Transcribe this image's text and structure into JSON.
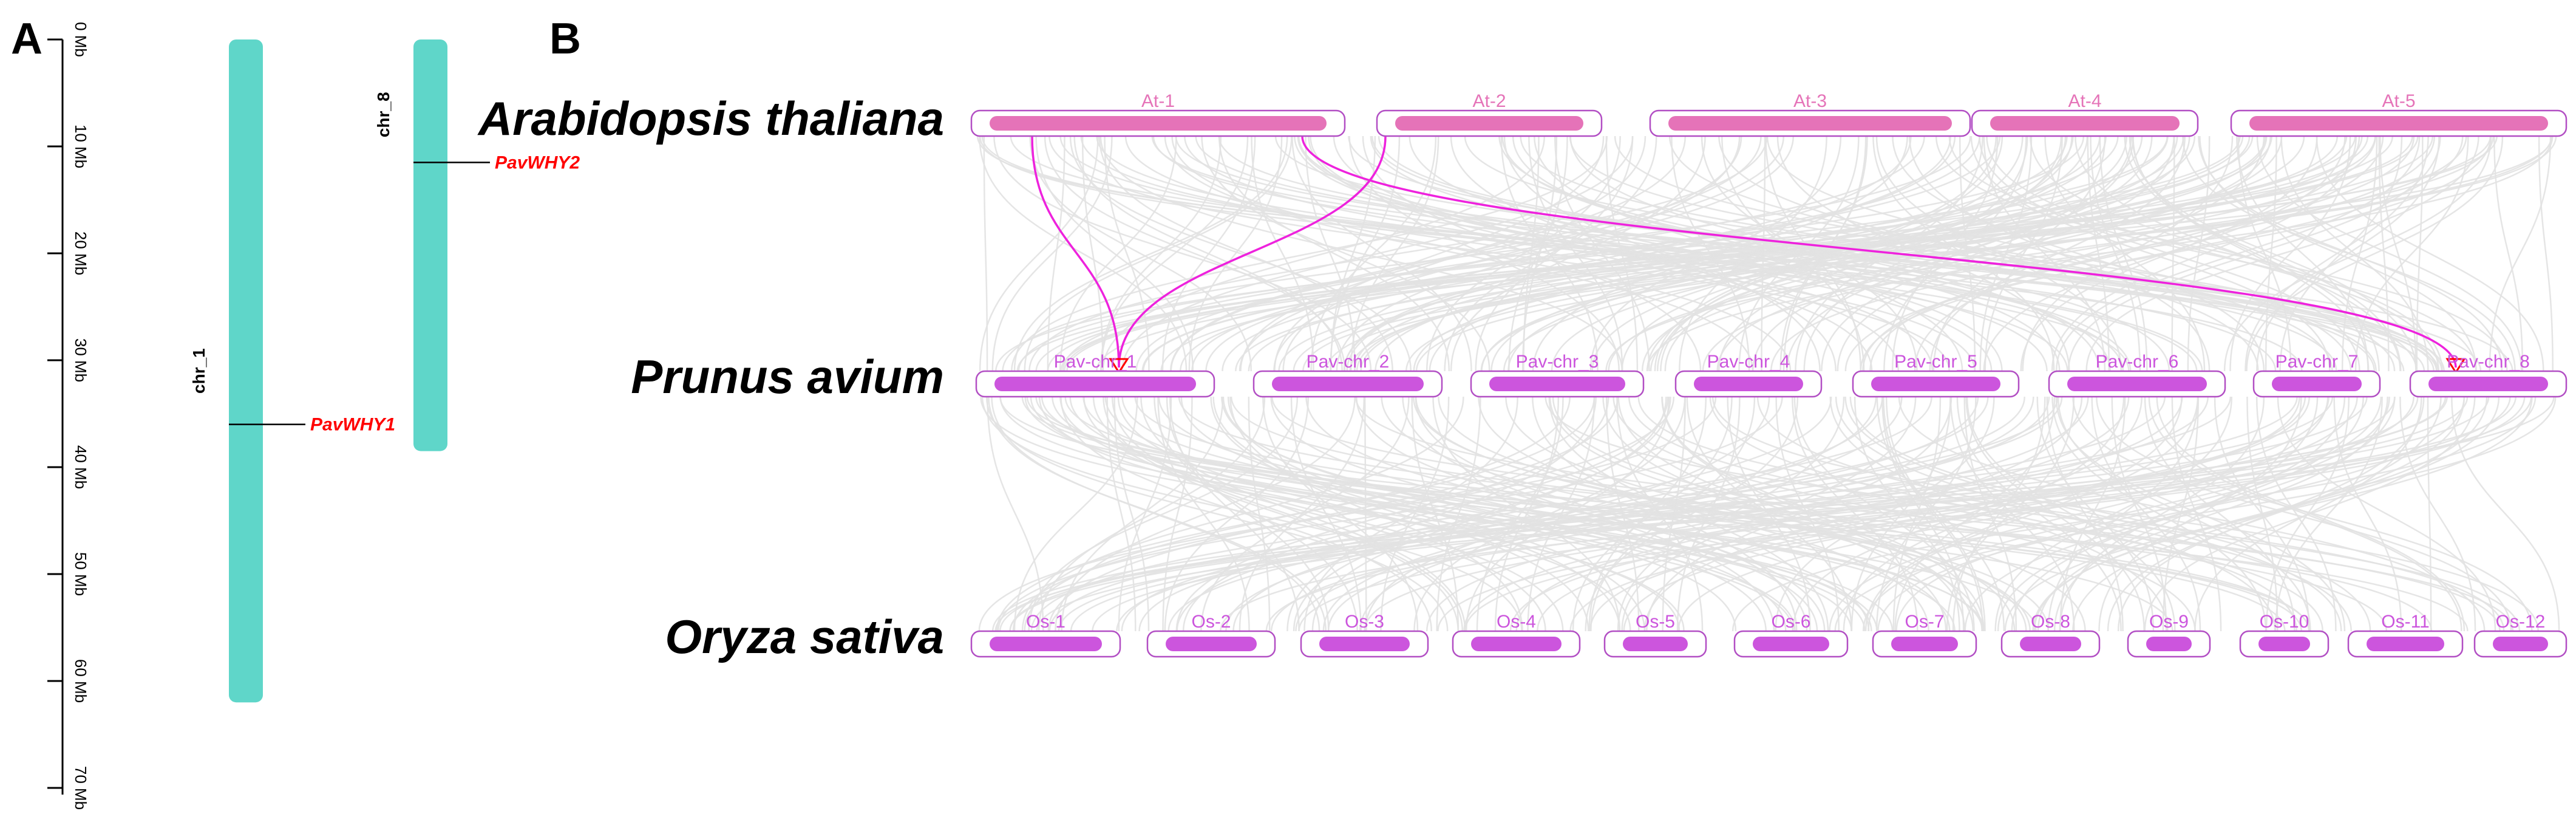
{
  "panels": {
    "a": "A",
    "b": "B"
  },
  "panel_a": {
    "ticks": [
      "0 Mb",
      "10 Mb",
      "20 Mb",
      "30 Mb",
      "40 Mb",
      "50 Mb",
      "60 Mb",
      "70 Mb"
    ],
    "chromosomes": [
      {
        "name": "chr_1",
        "length_mb": 62
      },
      {
        "name": "chr_8",
        "length_mb": 38.5
      }
    ],
    "genes": [
      {
        "name": "PavWHY1",
        "chromosome": "chr_1",
        "position_mb": 36
      },
      {
        "name": "PavWHY2",
        "chromosome": "chr_8",
        "position_mb": 11.5
      }
    ],
    "colors": {
      "chromosome": "#5fd6c9",
      "gene_label": "#ff0000",
      "gene_line": "#000000"
    }
  },
  "panel_b": {
    "species": [
      {
        "name": "Arabidopsis thaliana",
        "chromosomes": [
          "At-1",
          "At-2",
          "At-3",
          "At-4",
          "At-5"
        ],
        "color": "#e573b8"
      },
      {
        "name": "Prunus avium",
        "chromosomes": [
          "Pav-chr_1",
          "Pav-chr_2",
          "Pav-chr_3",
          "Pav-chr_4",
          "Pav-chr_5",
          "Pav-chr_6",
          "Pav-chr_7",
          "Pav-chr_8"
        ],
        "color": "#cc55dd"
      },
      {
        "name": "Oryza sativa",
        "chromosomes": [
          "Os-1",
          "Os-2",
          "Os-3",
          "Os-4",
          "Os-5",
          "Os-6",
          "Os-7",
          "Os-8",
          "Os-9",
          "Os-10",
          "Os-11",
          "Os-12"
        ],
        "color": "#cc55dd"
      }
    ],
    "highlighted_links": [
      {
        "from": "At-1",
        "to": "Pav-chr_1"
      },
      {
        "from": "At-2",
        "to": "Pav-chr_1"
      },
      {
        "from": "At-1",
        "to": "Pav-chr_8"
      }
    ],
    "colors": {
      "background_links": "#e2e2e2",
      "highlight_link": "#ee22dd",
      "marker": "#ff0000",
      "box_outline": "#b24fc4"
    }
  }
}
